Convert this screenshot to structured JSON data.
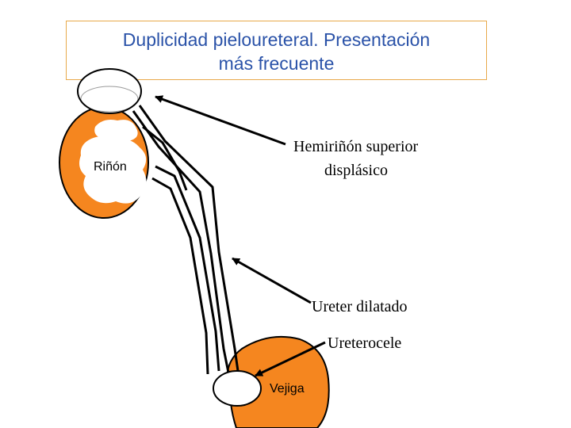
{
  "title": {
    "line1": "Duplicidad pieloureteral. Presentación",
    "line2": "más frecuente"
  },
  "labels": {
    "kidney": "Riñón",
    "upper_hemikidney": [
      "Hemiriñón superior",
      "displásico"
    ],
    "dilated_ureter": "Ureter dilatado",
    "ureterocele": "Ureterocele",
    "bladder": "Vejiga"
  },
  "colors": {
    "organ": "#f5861f",
    "title_text": "#2a52a8",
    "title_border": "#e8a94a",
    "stroke": "#000000"
  }
}
